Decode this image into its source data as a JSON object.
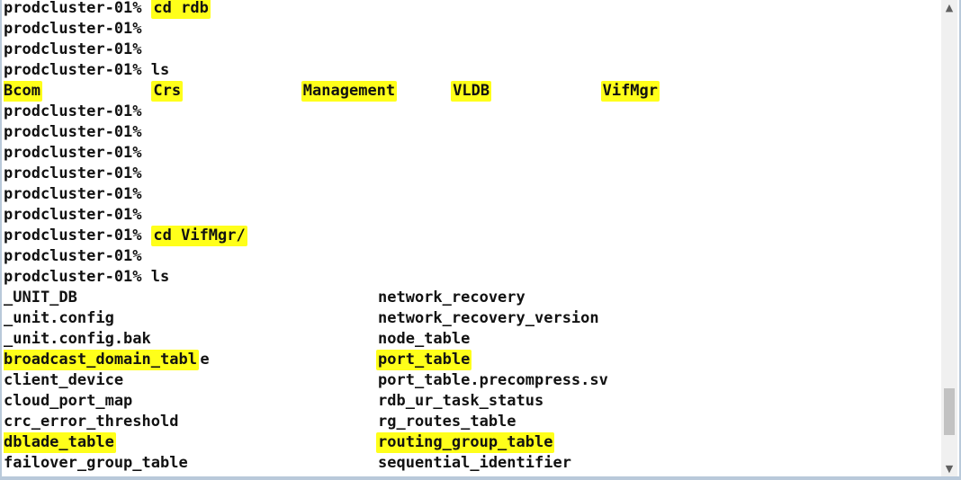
{
  "terminal": {
    "lines": [
      {
        "segments": [
          {
            "text": "prodcluster-01% ",
            "hl": false,
            "col": 0
          },
          {
            "text": "cd rdb",
            "hl": true,
            "col": 16
          }
        ]
      },
      {
        "segments": [
          {
            "text": "prodcluster-01%",
            "hl": false,
            "col": 0
          }
        ]
      },
      {
        "segments": [
          {
            "text": "prodcluster-01%",
            "hl": false,
            "col": 0
          }
        ]
      },
      {
        "segments": [
          {
            "text": "prodcluster-01% ls",
            "hl": false,
            "col": 0
          }
        ]
      },
      {
        "segments": [
          {
            "text": "Bcom",
            "hl": true,
            "col": 0
          },
          {
            "text": "Crs",
            "hl": true,
            "col": 16
          },
          {
            "text": "Management",
            "hl": true,
            "col": 32
          },
          {
            "text": "VLDB",
            "hl": true,
            "col": 48
          },
          {
            "text": "VifMgr",
            "hl": true,
            "col": 64
          }
        ]
      },
      {
        "segments": [
          {
            "text": "prodcluster-01%",
            "hl": false,
            "col": 0
          }
        ]
      },
      {
        "segments": [
          {
            "text": "prodcluster-01%",
            "hl": false,
            "col": 0
          }
        ]
      },
      {
        "segments": [
          {
            "text": "prodcluster-01%",
            "hl": false,
            "col": 0
          }
        ]
      },
      {
        "segments": [
          {
            "text": "prodcluster-01%",
            "hl": false,
            "col": 0
          }
        ]
      },
      {
        "segments": [
          {
            "text": "prodcluster-01%",
            "hl": false,
            "col": 0
          }
        ]
      },
      {
        "segments": [
          {
            "text": "prodcluster-01%",
            "hl": false,
            "col": 0
          }
        ]
      },
      {
        "segments": [
          {
            "text": "prodcluster-01% ",
            "hl": false,
            "col": 0
          },
          {
            "text": "cd VifMgr/",
            "hl": true,
            "col": 16
          }
        ]
      },
      {
        "segments": [
          {
            "text": "prodcluster-01%",
            "hl": false,
            "col": 0
          }
        ]
      },
      {
        "segments": [
          {
            "text": "prodcluster-01% ls",
            "hl": false,
            "col": 0
          }
        ]
      },
      {
        "segments": [
          {
            "text": "_UNIT_DB",
            "hl": false,
            "col": 0
          },
          {
            "text": "network_recovery",
            "hl": false,
            "col": 40
          }
        ]
      },
      {
        "segments": [
          {
            "text": "_unit.config",
            "hl": false,
            "col": 0
          },
          {
            "text": "network_recovery_version",
            "hl": false,
            "col": 40
          }
        ]
      },
      {
        "segments": [
          {
            "text": "_unit.config.bak",
            "hl": false,
            "col": 0
          },
          {
            "text": "node_table",
            "hl": false,
            "col": 40
          }
        ]
      },
      {
        "segments": [
          {
            "text": "broadcast_domain_tabl",
            "hl": true,
            "col": 0
          },
          {
            "text": "e",
            "hl": false,
            "col": 21
          },
          {
            "text": "port_table",
            "hl": true,
            "col": 40
          }
        ]
      },
      {
        "segments": [
          {
            "text": "client_device",
            "hl": false,
            "col": 0
          },
          {
            "text": "port_table.precompress.sv",
            "hl": false,
            "col": 40
          }
        ]
      },
      {
        "segments": [
          {
            "text": "cloud_port_map",
            "hl": false,
            "col": 0
          },
          {
            "text": "rdb_ur_task_status",
            "hl": false,
            "col": 40
          }
        ]
      },
      {
        "segments": [
          {
            "text": "crc_error_threshold",
            "hl": false,
            "col": 0
          },
          {
            "text": "rg_routes_table",
            "hl": false,
            "col": 40
          }
        ]
      },
      {
        "segments": [
          {
            "text": "dblade_table",
            "hl": true,
            "col": 0
          },
          {
            "text": "routing_group_table",
            "hl": true,
            "col": 40
          }
        ]
      },
      {
        "segments": [
          {
            "text": "failover_group_table",
            "hl": false,
            "col": 0
          },
          {
            "text": "sequential_identifier",
            "hl": false,
            "col": 40
          }
        ]
      }
    ]
  },
  "scrollbar": {
    "up_icon": "▲",
    "down_icon": "▼",
    "position_fraction": 0.89
  },
  "colors": {
    "highlight": "#ffff1a",
    "text": "#111111",
    "frame": "#b9c9da"
  }
}
